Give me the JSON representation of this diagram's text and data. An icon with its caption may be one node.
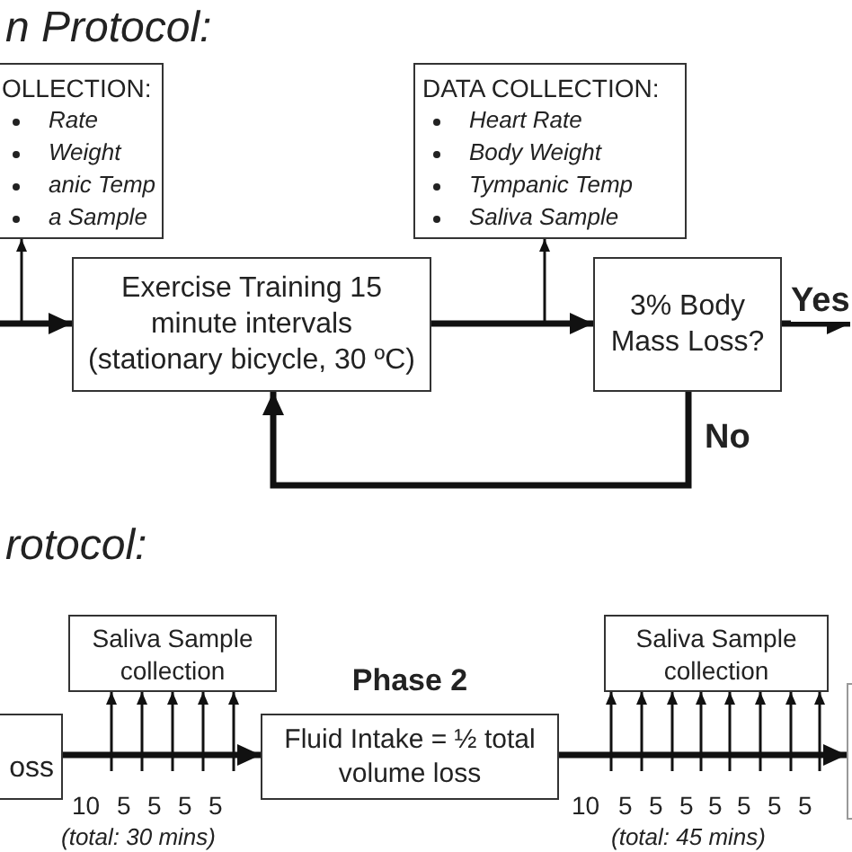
{
  "diagram": {
    "nodes": [
      {
        "text": [
          "OLLECTION:",
          "Rate",
          "Weight",
          "anic Temp",
          "a Sample"
        ]
      },
      {
        "text": [
          "Exercise Training 15 minute intervals (stationary bicycle, 30 ºC)"
        ]
      },
      {
        "text": [
          "DATA COLLECTION:",
          "Heart Rate",
          "Body Weight",
          "Tympanic Temp",
          "Saliva Sample"
        ]
      },
      {
        "text": [
          "3% Body Mass Loss?"
        ]
      },
      {
        "text": [
          "oss"
        ]
      },
      {
        "text": [
          "Saliva Sample collection"
        ]
      },
      {
        "text": [
          "Phase 2",
          "Fluid Intake = ½ total volume loss"
        ]
      },
      {
        "text": [
          "Saliva Sample collection"
        ]
      },
      {
        "text": [],
        "shape": "box"
      }
    ],
    "edges": [
      {
        "from": null,
        "to": 1,
        "arrow": "to",
        "style": "thick"
      },
      {
        "from": null,
        "to": 0,
        "arrow": "to"
      },
      {
        "from": 1,
        "to": 3,
        "arrow": "to",
        "style": "thick"
      },
      {
        "from": null,
        "to": 2,
        "arrow": "to"
      },
      {
        "from": 3,
        "to": null,
        "arrow": "to",
        "style": "thick",
        "label": "Yes"
      },
      {
        "from": 3,
        "to": 1,
        "arrow": "to",
        "style": "thick",
        "label": "No"
      },
      {
        "from": 4,
        "to": 6,
        "arrow": "to",
        "style": "thick"
      },
      {
        "from": null,
        "to": 5,
        "arrow": "to"
      },
      {
        "from": null,
        "to": 5,
        "arrow": "to"
      },
      {
        "from": null,
        "to": 5,
        "arrow": "to"
      },
      {
        "from": null,
        "to": 5,
        "arrow": "to"
      },
      {
        "from": null,
        "to": 5,
        "arrow": "to"
      },
      {
        "from": 6,
        "to": 8,
        "arrow": "to",
        "style": "thick"
      },
      {
        "from": null,
        "to": 7,
        "arrow": "to"
      },
      {
        "from": null,
        "to": 7,
        "arrow": "to"
      },
      {
        "from": null,
        "to": 7,
        "arrow": "to"
      },
      {
        "from": null,
        "to": 7,
        "arrow": "to"
      },
      {
        "from": null,
        "to": 7,
        "arrow": "to"
      },
      {
        "from": null,
        "to": 7,
        "arrow": "to"
      },
      {
        "from": null,
        "to": 7,
        "arrow": "to"
      },
      {
        "from": null,
        "to": 7,
        "arrow": "to"
      }
    ],
    "labels": [
      "n Protocol:",
      "rotocol:",
      "10",
      "5",
      "5",
      "5",
      "5",
      "(total: 30 mins)",
      "10",
      "5",
      "5",
      "5",
      "5",
      "5",
      "5",
      "5",
      "(total: 45 mins)"
    ]
  }
}
